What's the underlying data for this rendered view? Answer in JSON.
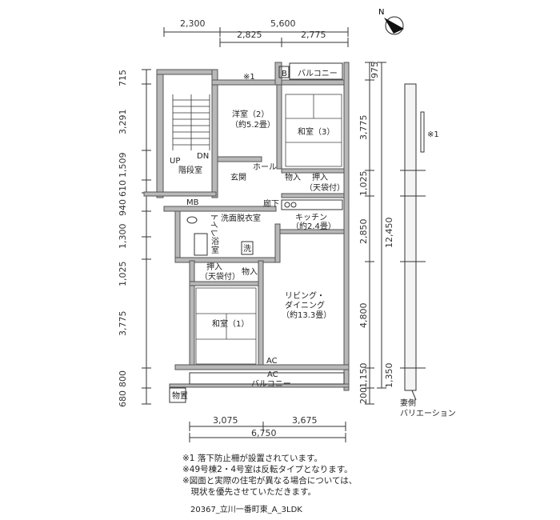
{
  "dimensions": {
    "top_total": [
      "2,300",
      "5,600"
    ],
    "top_sub": [
      "2,825",
      "2,775"
    ],
    "bottom_sub": [
      "3,075",
      "3,675"
    ],
    "bottom_total": "6,750",
    "left": [
      "715",
      "3,291",
      "1,509",
      "610",
      "940",
      "1,300",
      "1,025",
      "3,775",
      "800",
      "680"
    ],
    "right": [
      "975",
      "3,775",
      "1,025",
      "2,850",
      "4,800",
      "1,150"
    ],
    "right_total": "12,450",
    "right_extra": [
      "1,350",
      "200"
    ]
  },
  "rooms": {
    "balcony_top": "バルコニー",
    "b_box": "B",
    "note_mark_top": "※1",
    "western_room_line1": "洋室（2）",
    "western_room_line2": "（約5.2畳）",
    "japanese_room3": "和室（3）",
    "stair_hall": "階段室",
    "up": "UP",
    "dn": "DN",
    "entrance": "玄関",
    "hall": "ホール",
    "storage1": "物入",
    "closet1_line1": "押入",
    "closet1_line2": "（天袋付）",
    "mb": "MB",
    "corridor": "廊下",
    "toilet": "トイレ",
    "washroom": "洗面脱衣室",
    "kitchen_line1": "キッチン",
    "kitchen_line2": "（約2.4畳）",
    "bath_line1": "浴",
    "bath_line2": "室",
    "washer": "洗",
    "closet2_line1": "押入",
    "closet2_line2": "（天袋付）",
    "storage2": "物入",
    "living_line1": "リビング・",
    "living_line2": "ダイニング",
    "living_line3": "（約13.3畳）",
    "japanese_room1": "和室（1）",
    "ac1": "AC",
    "ac2": "AC",
    "storage3": "物置",
    "balcony_bottom": "バルコニー",
    "side_note_mark": "※1",
    "side_label_line1": "妻側",
    "side_label_line2": "バリエーション",
    "compass": "N"
  },
  "notes": [
    "※1 落下防止柵が設置されています。",
    "※49号棟2・4号室は反転タイプとなります。",
    "※図面と実際の住宅が異なる場合については、",
    "　現状を優先させていただきます。"
  ],
  "code": "20367_立川一番町東_A_3LDK"
}
